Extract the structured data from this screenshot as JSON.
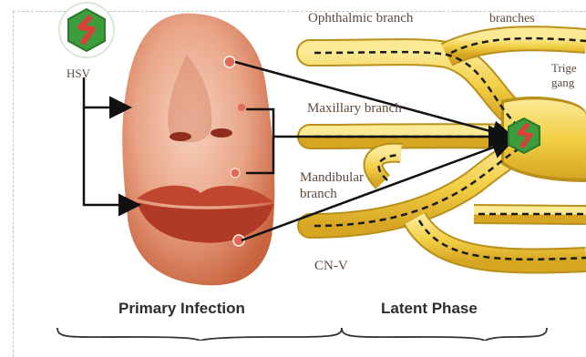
{
  "labels": {
    "hsv": "HSV",
    "ophthalmic": "Ophthalmic branch",
    "branches": "branches",
    "trigeminal_line1": "Trige",
    "trigeminal_line2": "gang",
    "maxillary": "Maxillary branch",
    "mandibular_line1": "Mandibular",
    "mandibular_line2": "branch",
    "cn5": "CN-V"
  },
  "phases": {
    "primary": "Primary Infection",
    "latent": "Latent Phase"
  },
  "colors": {
    "nerve_fill": "#f2cf45",
    "nerve_light": "#fbe995",
    "nerve_dark": "#b8901a",
    "virus_green": "#3b9d3b",
    "virus_red": "#d8413a",
    "skin": "#e9a587",
    "lip": "#c0472f",
    "arrow": "#111111"
  }
}
